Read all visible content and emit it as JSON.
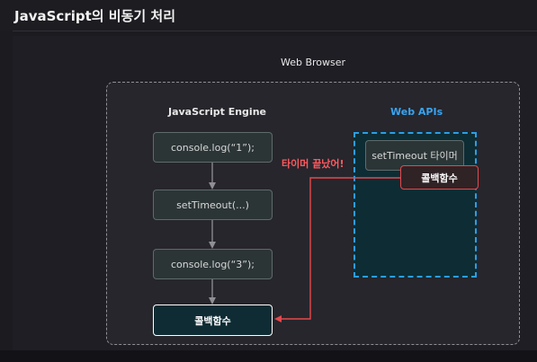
{
  "page": {
    "title": "JavaScript의 비동기 처리"
  },
  "diagram": {
    "browser_label": "Web Browser",
    "engine_label": "JavaScript Engine",
    "webapis_label": "Web APIs",
    "stack": {
      "line1": "console.log(“1”);",
      "line2": "setTimeout(...)",
      "line3": "console.log(“3”);",
      "callback": "콜백함수"
    },
    "webapi": {
      "timer": "setTimeout 타이머",
      "callback": "콜백함수"
    },
    "timer_done_label": "타이머 끝났어!"
  },
  "colors": {
    "accent_blue": "#2a9fe6",
    "accent_red": "#e5484d",
    "arrow_gray": "#8f8f95"
  }
}
